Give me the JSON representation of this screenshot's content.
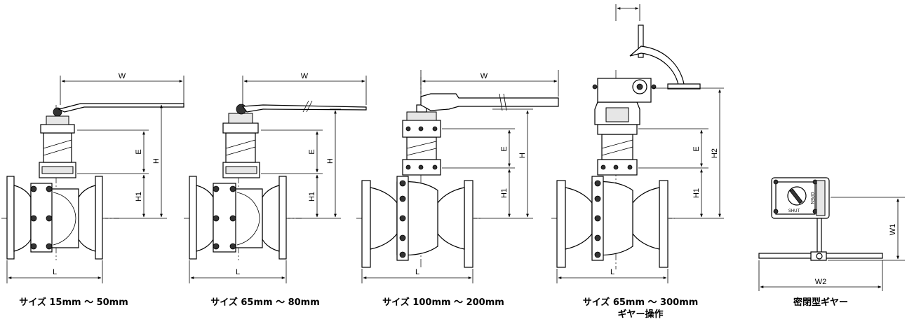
{
  "captions": {
    "c1": "サイズ 15mm 〜 50mm",
    "c2": "サイズ 65mm 〜 80mm",
    "c3": "サイズ 100mm 〜 200mm",
    "c4_line1": "サイズ 65mm 〜 300mm",
    "c4_line2": "ギヤー操作",
    "c5": "密閉型ギヤー"
  },
  "dims": {
    "W": "W",
    "H": "H",
    "E": "E",
    "H1": "H1",
    "L": "L",
    "H2": "H2",
    "W1": "W1",
    "W2": "W2"
  },
  "gear_labels": {
    "shut": "SHUT",
    "open": "OPEN"
  }
}
